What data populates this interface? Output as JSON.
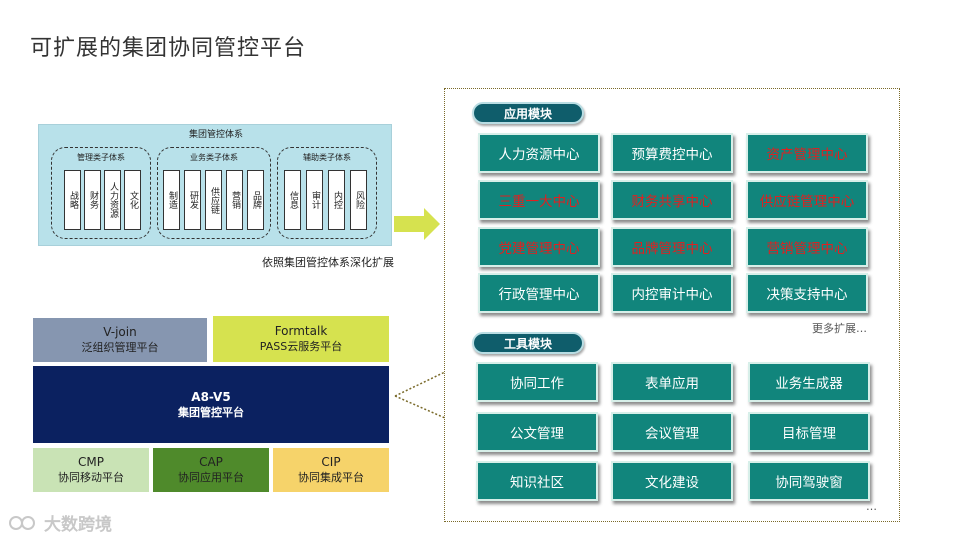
{
  "title": "可扩展的集团协同管控平台",
  "system": {
    "title": "集团管控体系",
    "groups": [
      {
        "title": "管理类子体系",
        "items": [
          "战略",
          "财务",
          "人力资源",
          "文化"
        ]
      },
      {
        "title": "业务类子体系",
        "items": [
          "制造",
          "研发",
          "供应链",
          "营销",
          "品牌"
        ]
      },
      {
        "title": "辅助类子体系",
        "items": [
          "信息",
          "审计",
          "内控",
          "风险"
        ]
      }
    ],
    "caption": "依照集团管控体系深化扩展"
  },
  "platforms": {
    "vjoin": {
      "name": "V-join",
      "desc": "泛组织管理平台",
      "color": "#8696b0"
    },
    "formtalk": {
      "name": "Formtalk",
      "desc": "PASS云服务平台",
      "color": "#d6e24f"
    },
    "a8": {
      "name": "A8-V5",
      "desc": "集团管控平台",
      "color": "#0b2160"
    },
    "cmp": {
      "name": "CMP",
      "desc": "协同移动平台",
      "color": "#c9e3b5"
    },
    "cap": {
      "name": "CAP",
      "desc": "协同应用平台",
      "color": "#4f8a2b"
    },
    "cip": {
      "name": "CIP",
      "desc": "协同集成平台",
      "color": "#f6d36a"
    }
  },
  "app_modules": {
    "label": "应用模块",
    "items": [
      {
        "label": "人力资源中心",
        "color": "white"
      },
      {
        "label": "预算费控中心",
        "color": "white"
      },
      {
        "label": "资产管理中心",
        "color": "red"
      },
      {
        "label": "三重一大中心",
        "color": "red"
      },
      {
        "label": "财务共享中心",
        "color": "red"
      },
      {
        "label": "供应链管理中心",
        "color": "red"
      },
      {
        "label": "党建管理中心",
        "color": "red"
      },
      {
        "label": "品牌管理中心",
        "color": "red"
      },
      {
        "label": "营销管理中心",
        "color": "red"
      },
      {
        "label": "行政管理中心",
        "color": "white"
      },
      {
        "label": "内控审计中心",
        "color": "white"
      },
      {
        "label": "决策支持中心",
        "color": "white"
      }
    ],
    "more": "更多扩展…"
  },
  "tool_modules": {
    "label": "工具模块",
    "items": [
      "协同工作",
      "表单应用",
      "业务生成器",
      "公文管理",
      "会议管理",
      "目标管理",
      "知识社区",
      "文化建设",
      "协同驾驶窗"
    ],
    "more": "…"
  },
  "logo": {
    "text": "大数跨境"
  }
}
